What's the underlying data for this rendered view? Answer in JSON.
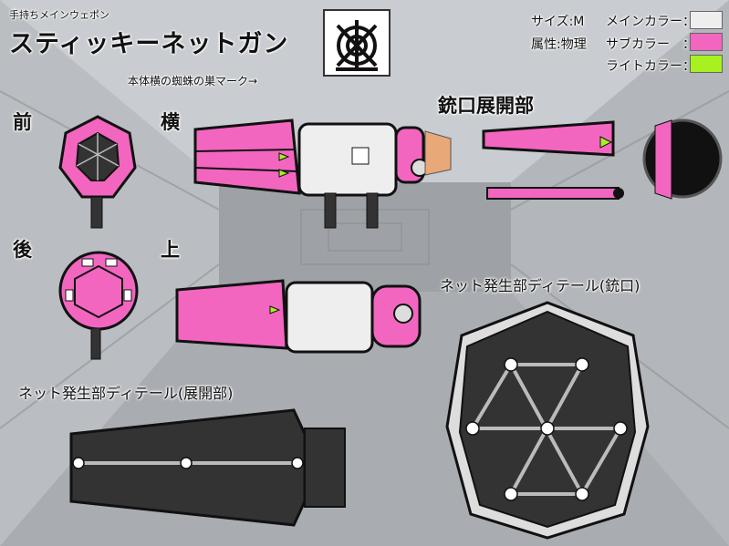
{
  "header": {
    "subtitle": "手持ちメインウェポン",
    "title": "スティッキーネットガン",
    "spider_caption": "本体横の蜘蛛の巣マーク→"
  },
  "specs": {
    "size": "サイズ:M",
    "attribute": "属性:物理",
    "main_color_label": "メインカラー：",
    "sub_color_label": "サブカラー　：",
    "light_color_label": "ライトカラー：",
    "main_color": "#eeeeee",
    "sub_color": "#f266c0",
    "light_color": "#a8f020"
  },
  "views": {
    "front": "前",
    "side": "横",
    "back": "後",
    "top": "上",
    "muzzle_deploy": "銃口展開部",
    "net_muzzle_detail": "ネット発生部ディテール(銃口)",
    "net_deploy_detail": "ネット発生部ディテール(展開部)"
  },
  "icons": {
    "spider_web_mark": "spider-web-icon"
  }
}
